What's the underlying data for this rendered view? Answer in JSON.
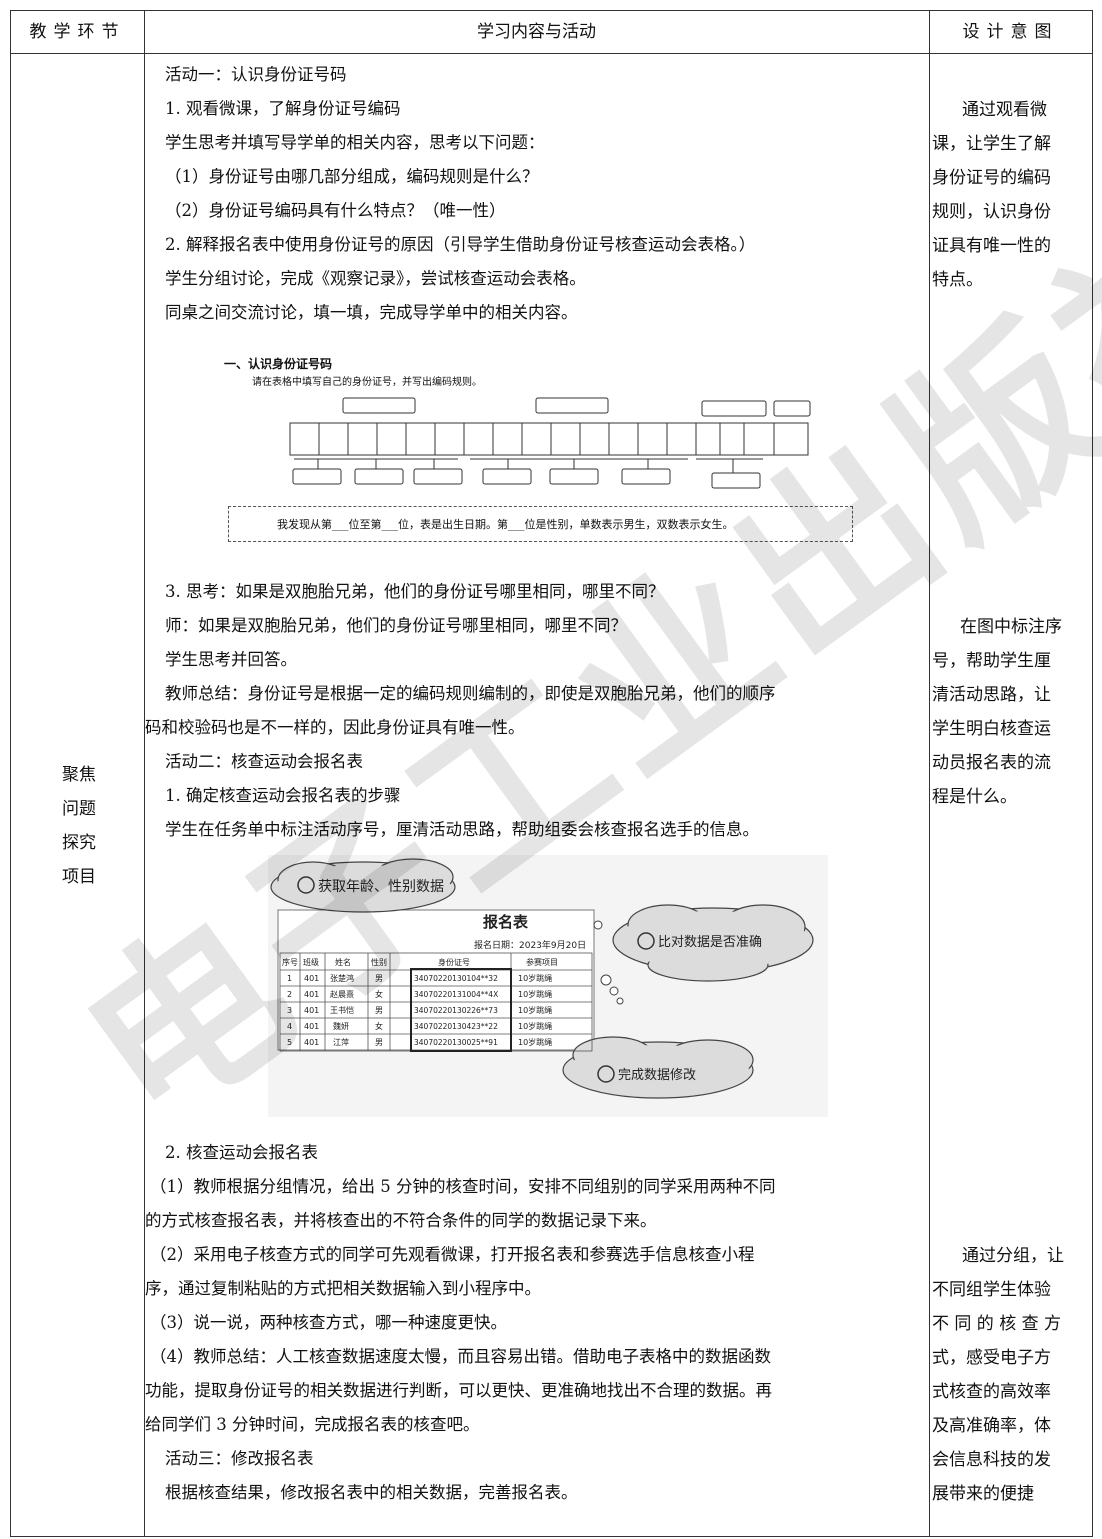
{
  "header": {
    "col1": "教学环节",
    "col2": "学习内容与活动",
    "col3": "设计意图"
  },
  "left_column": [
    "聚焦",
    "问题",
    "探究",
    "项目"
  ],
  "content": {
    "lines": [
      "活动一：认识身份证号码",
      "1. 观看微课，了解身份证号编码",
      "学生思考并填写导学单的相关内容，思考以下问题：",
      "（1）身份证号由哪几部分组成，编码规则是什么？",
      "（2）身份证号编码具有什么特点？（唯一性）",
      "2. 解释报名表中使用身份证号的原因（引导学生借助身份证号核查运动会表格。）",
      "学生分组讨论，完成《观察记录》，尝试核查运动会表格。",
      "同桌之间交流讨论，填一填，完成导学单中的相关内容。"
    ],
    "lines2": [
      "3. 思考：如果是双胞胎兄弟，他们的身份证号哪里相同，哪里不同？",
      "师：如果是双胞胎兄弟，他们的身份证号哪里相同，哪里不同？",
      "学生思考并回答。",
      "教师总结：身份证号是根据一定的编码规则编制的，即使是双胞胎兄弟，他们的顺序",
      "码和校验码也是不一样的，因此身份证具有唯一性。",
      "活动二：核查运动会报名表",
      "1. 确定核查运动会报名表的步骤",
      "学生在任务单中标注活动序号，厘清活动思路，帮助组委会核查报名选手的信息。"
    ],
    "lines3": [
      "2. 核查运动会报名表",
      "（1）教师根据分组情况，给出 5 分钟的核查时间，安排不同组别的同学采用两种不同",
      "的方式核查报名表，并将核查出的不符合条件的同学的数据记录下来。",
      "（2）采用电子核查方式的同学可先观看微课，打开报名表和参赛选手信息核查小程",
      "序，通过复制粘贴的方式把相关数据输入到小程序中。",
      "（3）说一说，两种核查方式，哪一种速度更快。",
      "（4）教师总结：人工核查数据速度太慢，而且容易出错。借助电子表格中的数据函数",
      "功能，提取身份证号的相关数据进行判断，可以更快、更准确地找出不合理的数据。再",
      "给同学们 3 分钟时间，完成报名表的核查吧。",
      "活动三：修改报名表",
      "根据核查结果，修改报名表中的相关数据，完善报名表。"
    ]
  },
  "figure1": {
    "title": "一、认识身份证号码",
    "instruction": "请在表格中填写自己的身份证号，并写出编码规则。",
    "note": "我发现从第___位至第___位，表是出生日期。第___位是性别，单数表示男生，双数表示女生。"
  },
  "figure2": {
    "cloud1": "获取年龄、性别数据",
    "cloud2": "比对数据是否准确",
    "cloud3": "完成数据修改",
    "table_title": "报名表",
    "date": "报名日期：2023年9月20日",
    "headers": [
      "序号",
      "班级",
      "姓名",
      "性别",
      "身份证号",
      "参赛项目"
    ],
    "rows": [
      [
        "1",
        "401",
        "张楚鸿",
        "男",
        "34070220130104**32",
        "10岁跳绳"
      ],
      [
        "2",
        "401",
        "赵晨熹",
        "女",
        "34070220131004**4X",
        "10岁跳绳"
      ],
      [
        "3",
        "401",
        "王书恺",
        "男",
        "34070220130226**73",
        "10岁跳绳"
      ],
      [
        "4",
        "401",
        "魏妍",
        "女",
        "34070220130423**22",
        "10岁跳绳"
      ],
      [
        "5",
        "401",
        "江萍",
        "男",
        "34070220130025**91",
        "10岁跳绳"
      ]
    ]
  },
  "intent": {
    "block1": [
      "通过观看微",
      "课，让学生了解",
      "身份证号的编码",
      "规则，认识身份",
      "证具有唯一性的",
      "特点。"
    ],
    "block2": [
      "在图中标注序",
      "号，帮助学生厘",
      "清活动思路，让",
      "学生明白核查运",
      "动员报名表的流",
      "程是什么。"
    ],
    "block3": [
      "通过分组，让",
      "不同组学生体验",
      "不 同 的 核 查 方",
      "式，感受电子方",
      "式核查的高效率",
      "及高准确率，体",
      "会信息科技的发",
      "展带来的便捷"
    ]
  },
  "watermark": "电子工业出版社"
}
